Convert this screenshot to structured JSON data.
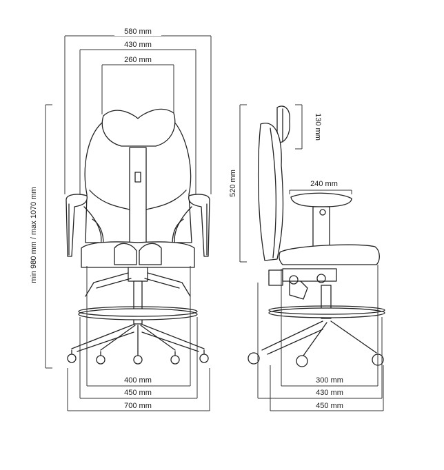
{
  "front_view": {
    "width_top": "580 mm",
    "width_armrest": "430 mm",
    "width_backrest": "260 mm",
    "height_total": "min 980 mm / max 1070 mm",
    "width_seat": "400 mm",
    "width_footring": "450 mm",
    "width_base": "700 mm"
  },
  "side_view": {
    "headrest_height": "130 mm",
    "backrest_height": "520 mm",
    "armrest_depth": "240 mm",
    "seat_depth": "300 mm",
    "depth_footring": "430 mm",
    "depth_base": "450 mm"
  }
}
